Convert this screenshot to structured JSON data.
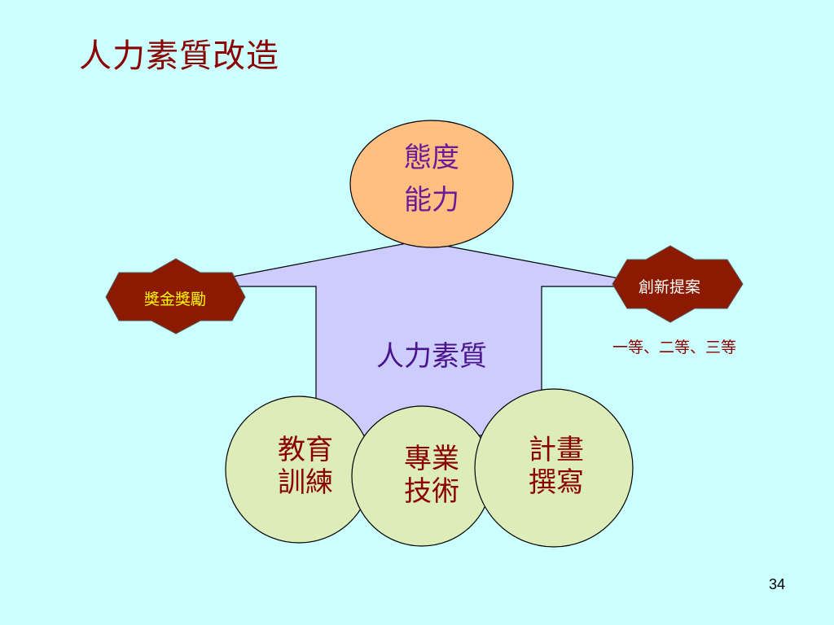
{
  "title": "人力素質改造",
  "head": {
    "line1": "態度",
    "line2": "能力"
  },
  "body_label": "人力素質",
  "left_star": {
    "label": "獎金獎勵"
  },
  "right_star": {
    "label": "創新提案",
    "note": "一等、二等、三等"
  },
  "circles": [
    {
      "line1": "教育",
      "line2": "訓練"
    },
    {
      "line1": "專業",
      "line2": "技術"
    },
    {
      "line1": "計畫",
      "line2": "撰寫"
    }
  ],
  "page_number": "34",
  "colors": {
    "background": "#ccffff",
    "head_fill": "#ffbf80",
    "body_fill": "#ccccff",
    "star_fill": "#8b1a00",
    "circle_fill": "#dcedb9",
    "title_text": "#8b0000"
  }
}
